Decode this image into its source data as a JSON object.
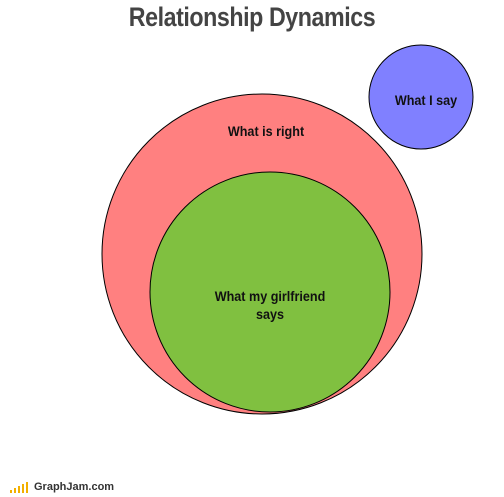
{
  "title": "Relationship Dynamics",
  "regions": {
    "right": {
      "label": "What is right",
      "color": "#ff8080"
    },
    "girlfriend": {
      "label": "What my girlfriend says",
      "color": "#80c040"
    },
    "say": {
      "label": "What I say",
      "color": "#8080ff"
    }
  },
  "footer": {
    "brand": "GraphJam.com",
    "icon": "bar-chart-icon",
    "accent": "#f2b000"
  }
}
